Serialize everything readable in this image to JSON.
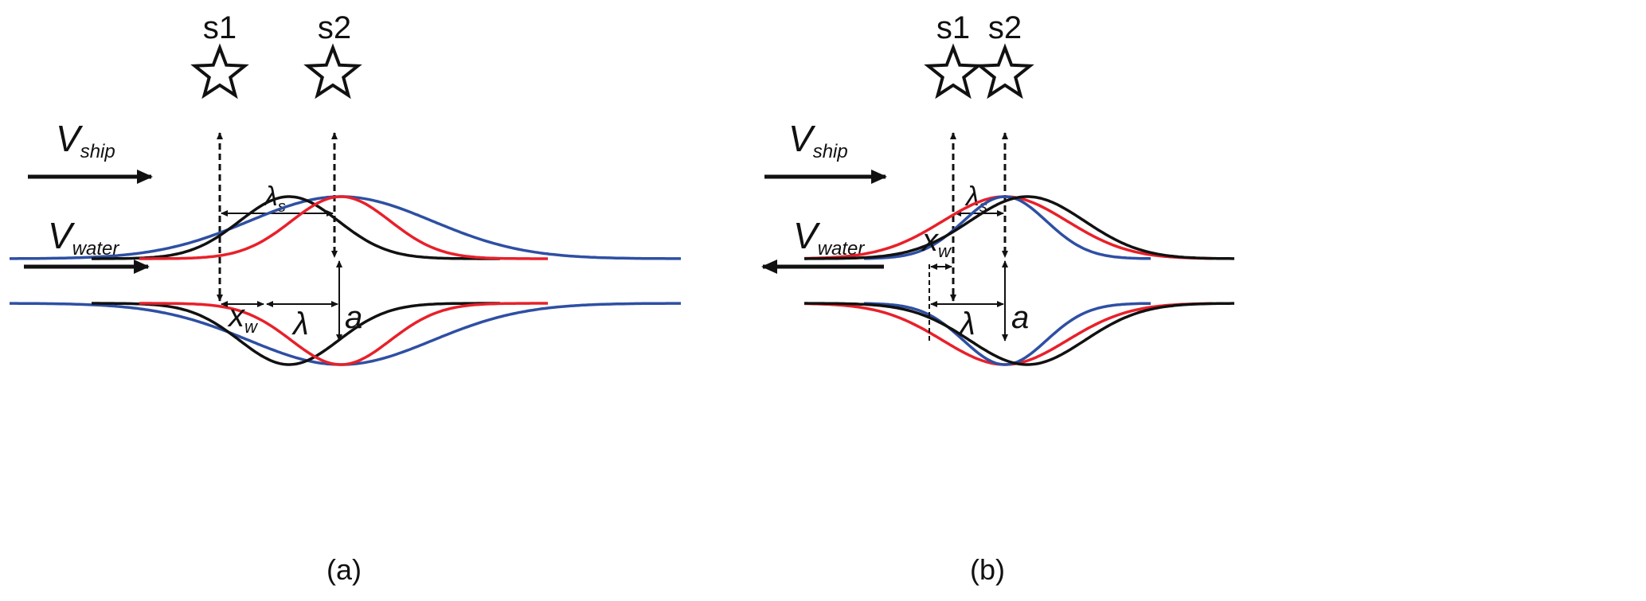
{
  "panels": [
    {
      "caption": "(a)",
      "sensor1": "s1",
      "sensor2": "s2",
      "v_ship": {
        "main": "V",
        "sub": "ship"
      },
      "v_water": {
        "main": "V",
        "sub": "water"
      },
      "lambda_s": {
        "main": "λ",
        "sub": "s"
      },
      "x_w": {
        "main": "x",
        "sub": "w"
      },
      "lambda": "λ",
      "amplitude": "a"
    },
    {
      "caption": "(b)",
      "sensor1": "s1",
      "sensor2": "s2",
      "v_ship": {
        "main": "V",
        "sub": "ship"
      },
      "v_water": {
        "main": "V",
        "sub": "water"
      },
      "lambda_s": {
        "main": "λ",
        "sub": "s"
      },
      "x_w": {
        "main": "x",
        "sub": "w"
      },
      "lambda": "λ",
      "amplitude": "a"
    }
  ],
  "colors": {
    "black": "#111111",
    "red": "#e8202a",
    "blue": "#2e4fa3"
  }
}
